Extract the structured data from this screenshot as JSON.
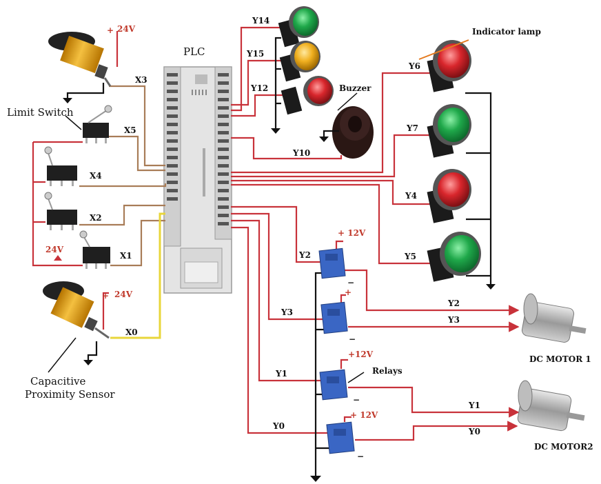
{
  "title": "PLC",
  "labels": {
    "indicator_lamp": "Indicator lamp",
    "buzzer": "Buzzer",
    "limit_switch": "Limit Switch",
    "relays": "Relays",
    "capacitive_line1": "Capacitive",
    "capacitive_line2": "Proximity Sensor",
    "motor1": "DC MOTOR 1",
    "motor2": "DC MOTOR2"
  },
  "power": {
    "v24_top": "24V",
    "v24_bottom": "24V",
    "v24_switch": "24V",
    "relay_y2": "+ 12V",
    "relay_y3": "+",
    "relay_y1": "+12V",
    "relay_y0": "+ 12V",
    "minus": "−"
  },
  "inputs": {
    "x3": "X3",
    "x5": "X5",
    "x4": "X4",
    "x2": "X2",
    "x1": "X1",
    "x0": "X0"
  },
  "outputs": {
    "y14": "Y14",
    "y15": "Y15",
    "y12": "Y12",
    "y10": "Y10",
    "y6": "Y6",
    "y7": "Y7",
    "y4": "Y4",
    "y5": "Y5",
    "y2": "Y2",
    "y3": "Y3",
    "y1": "Y1",
    "y0": "Y0",
    "y2_motor": "Y2",
    "y3_motor": "Y3",
    "y1_motor": "Y1",
    "y0_motor": "Y0"
  },
  "colors": {
    "wire_red": "#c8323a",
    "wire_brown": "#a87c57",
    "wire_yellow": "#e8d63a",
    "lamp_green": "#1fa84a",
    "lamp_yellow": "#f0b020",
    "lamp_red": "#d8262c",
    "relay_blue": "#3a66c4",
    "sensor_orange": "#e9a11a"
  }
}
